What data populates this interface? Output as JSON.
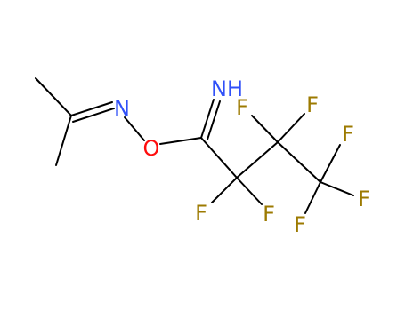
{
  "molecule": {
    "atoms": {
      "n_oxime": {
        "label": "N",
        "color": "#3050F8"
      },
      "o_ether": {
        "label": "O",
        "color": "#FF0D0D"
      },
      "n_imine": {
        "label": "NH",
        "color": "#3050F8"
      },
      "f1": {
        "label": "F",
        "color": "#9C7A00"
      },
      "f2": {
        "label": "F",
        "color": "#9C7A00"
      },
      "f3": {
        "label": "F",
        "color": "#9C7A00"
      },
      "f4": {
        "label": "F",
        "color": "#9C7A00"
      },
      "f5": {
        "label": "F",
        "color": "#9C7A00"
      },
      "f6": {
        "label": "F",
        "color": "#9C7A00"
      },
      "f7": {
        "label": "F",
        "color": "#9C7A00"
      }
    },
    "bond_color": "#000000"
  }
}
